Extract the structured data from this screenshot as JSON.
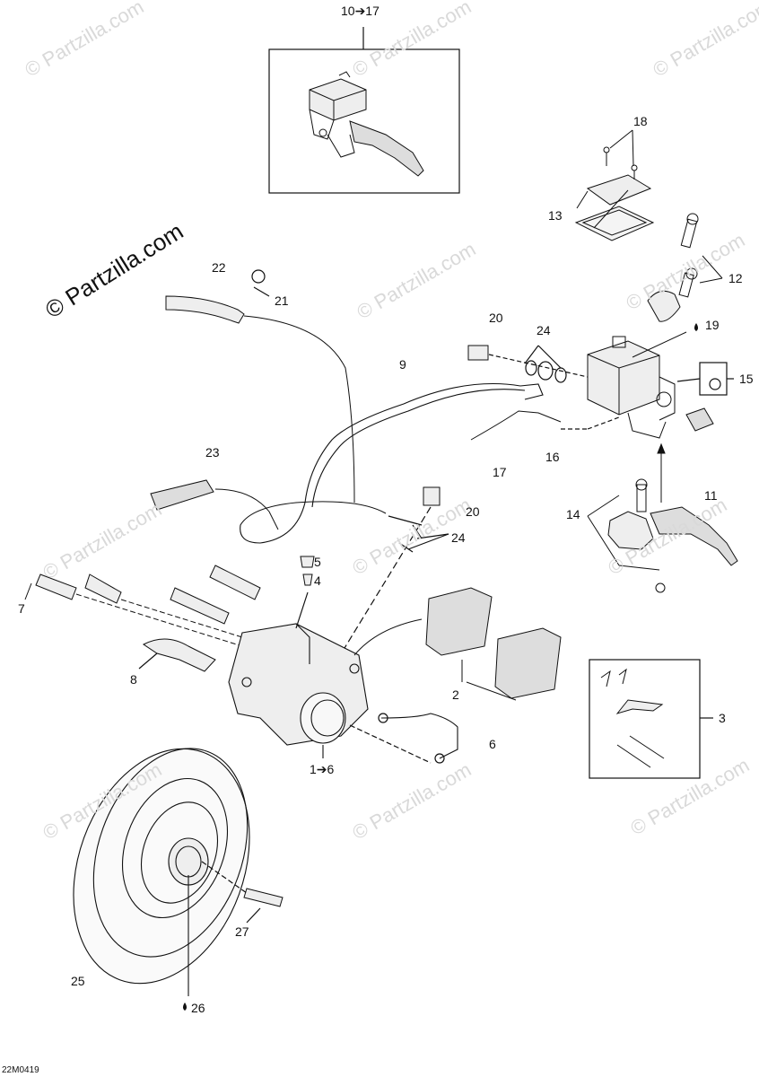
{
  "watermark": {
    "brand": "© Partzilla.com",
    "repeat": "© Partzilla.com"
  },
  "drawing_code": "22M0419",
  "callouts": {
    "c10_17": "10➔17",
    "c18": "18",
    "c13": "13",
    "c12": "12",
    "c22": "22",
    "c21": "21",
    "c20a": "20",
    "c24a": "24",
    "c19": "19",
    "c15": "15",
    "c9": "9",
    "c23": "23",
    "c17": "17",
    "c16": "16",
    "c20b": "20",
    "c24b": "24",
    "c11": "11",
    "c14": "14",
    "c5": "5",
    "c4": "4",
    "c7": "7",
    "c8": "8",
    "c2": "2",
    "c3": "3",
    "c1_6": "1➔6",
    "c6": "6",
    "c27": "27",
    "c25": "25",
    "c26": "26"
  },
  "icons": [
    "oil-drop-icon",
    "arrow-right-icon"
  ]
}
